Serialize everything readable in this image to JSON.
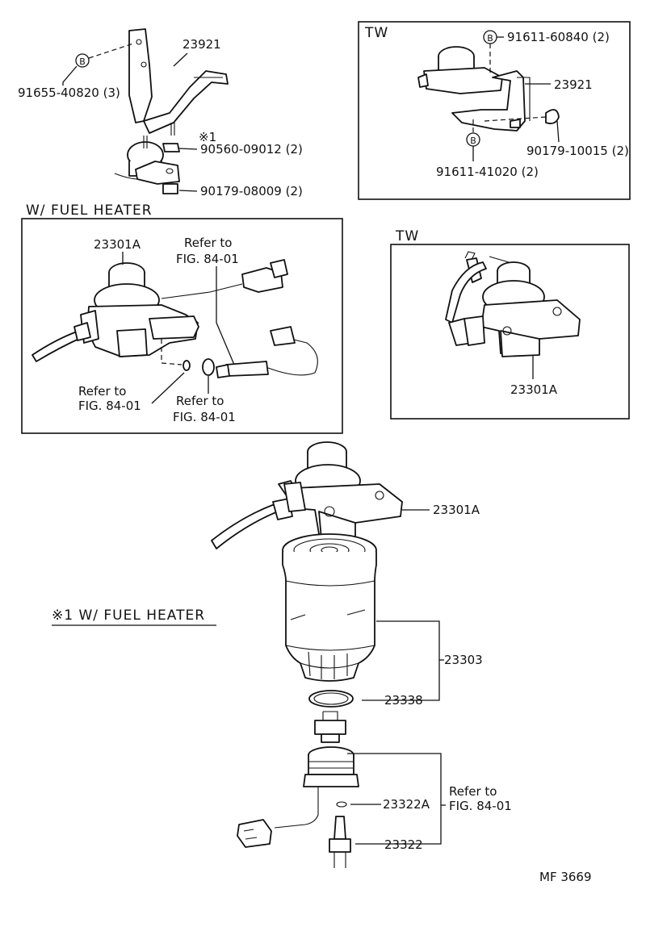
{
  "labels": {
    "bracket_top": "23921",
    "bolt_top_left": "91655-40820 (3)",
    "mark_1": "※1",
    "nut_90560": "90560-09012 (2)",
    "nut_90179_08009": "90179-08009 (2)",
    "tw_box_title": "TW",
    "tw_bolt_top": "91611-60840 (2)",
    "tw_bracket": "23921",
    "tw_nut": "90179-10015 (2)",
    "tw_bolt_bottom": "91611-41020 (2)",
    "heater_section_title": "W/ FUEL  HEATER",
    "heater_pump": "23301A",
    "refer_a_1": "Refer to",
    "refer_a_2": "FIG. 84-01",
    "refer_b_1": "Refer to",
    "refer_b_2": "FIG. 84-01",
    "refer_c_1": "Refer to",
    "refer_c_2": "FIG. 84-01",
    "tw_box2_title": "TW",
    "tw_pump": "23301A",
    "main_pump": "23301A",
    "heater_note": "※1 W/ FUEL  HEATER",
    "filter": "23303",
    "gasket": "23338",
    "refer_d_1": "Refer to",
    "refer_d_2": "FIG. 84-01",
    "o_ring": "23322A",
    "sensor": "23322",
    "figure_code": "MF  3669",
    "circle_b": "B"
  }
}
